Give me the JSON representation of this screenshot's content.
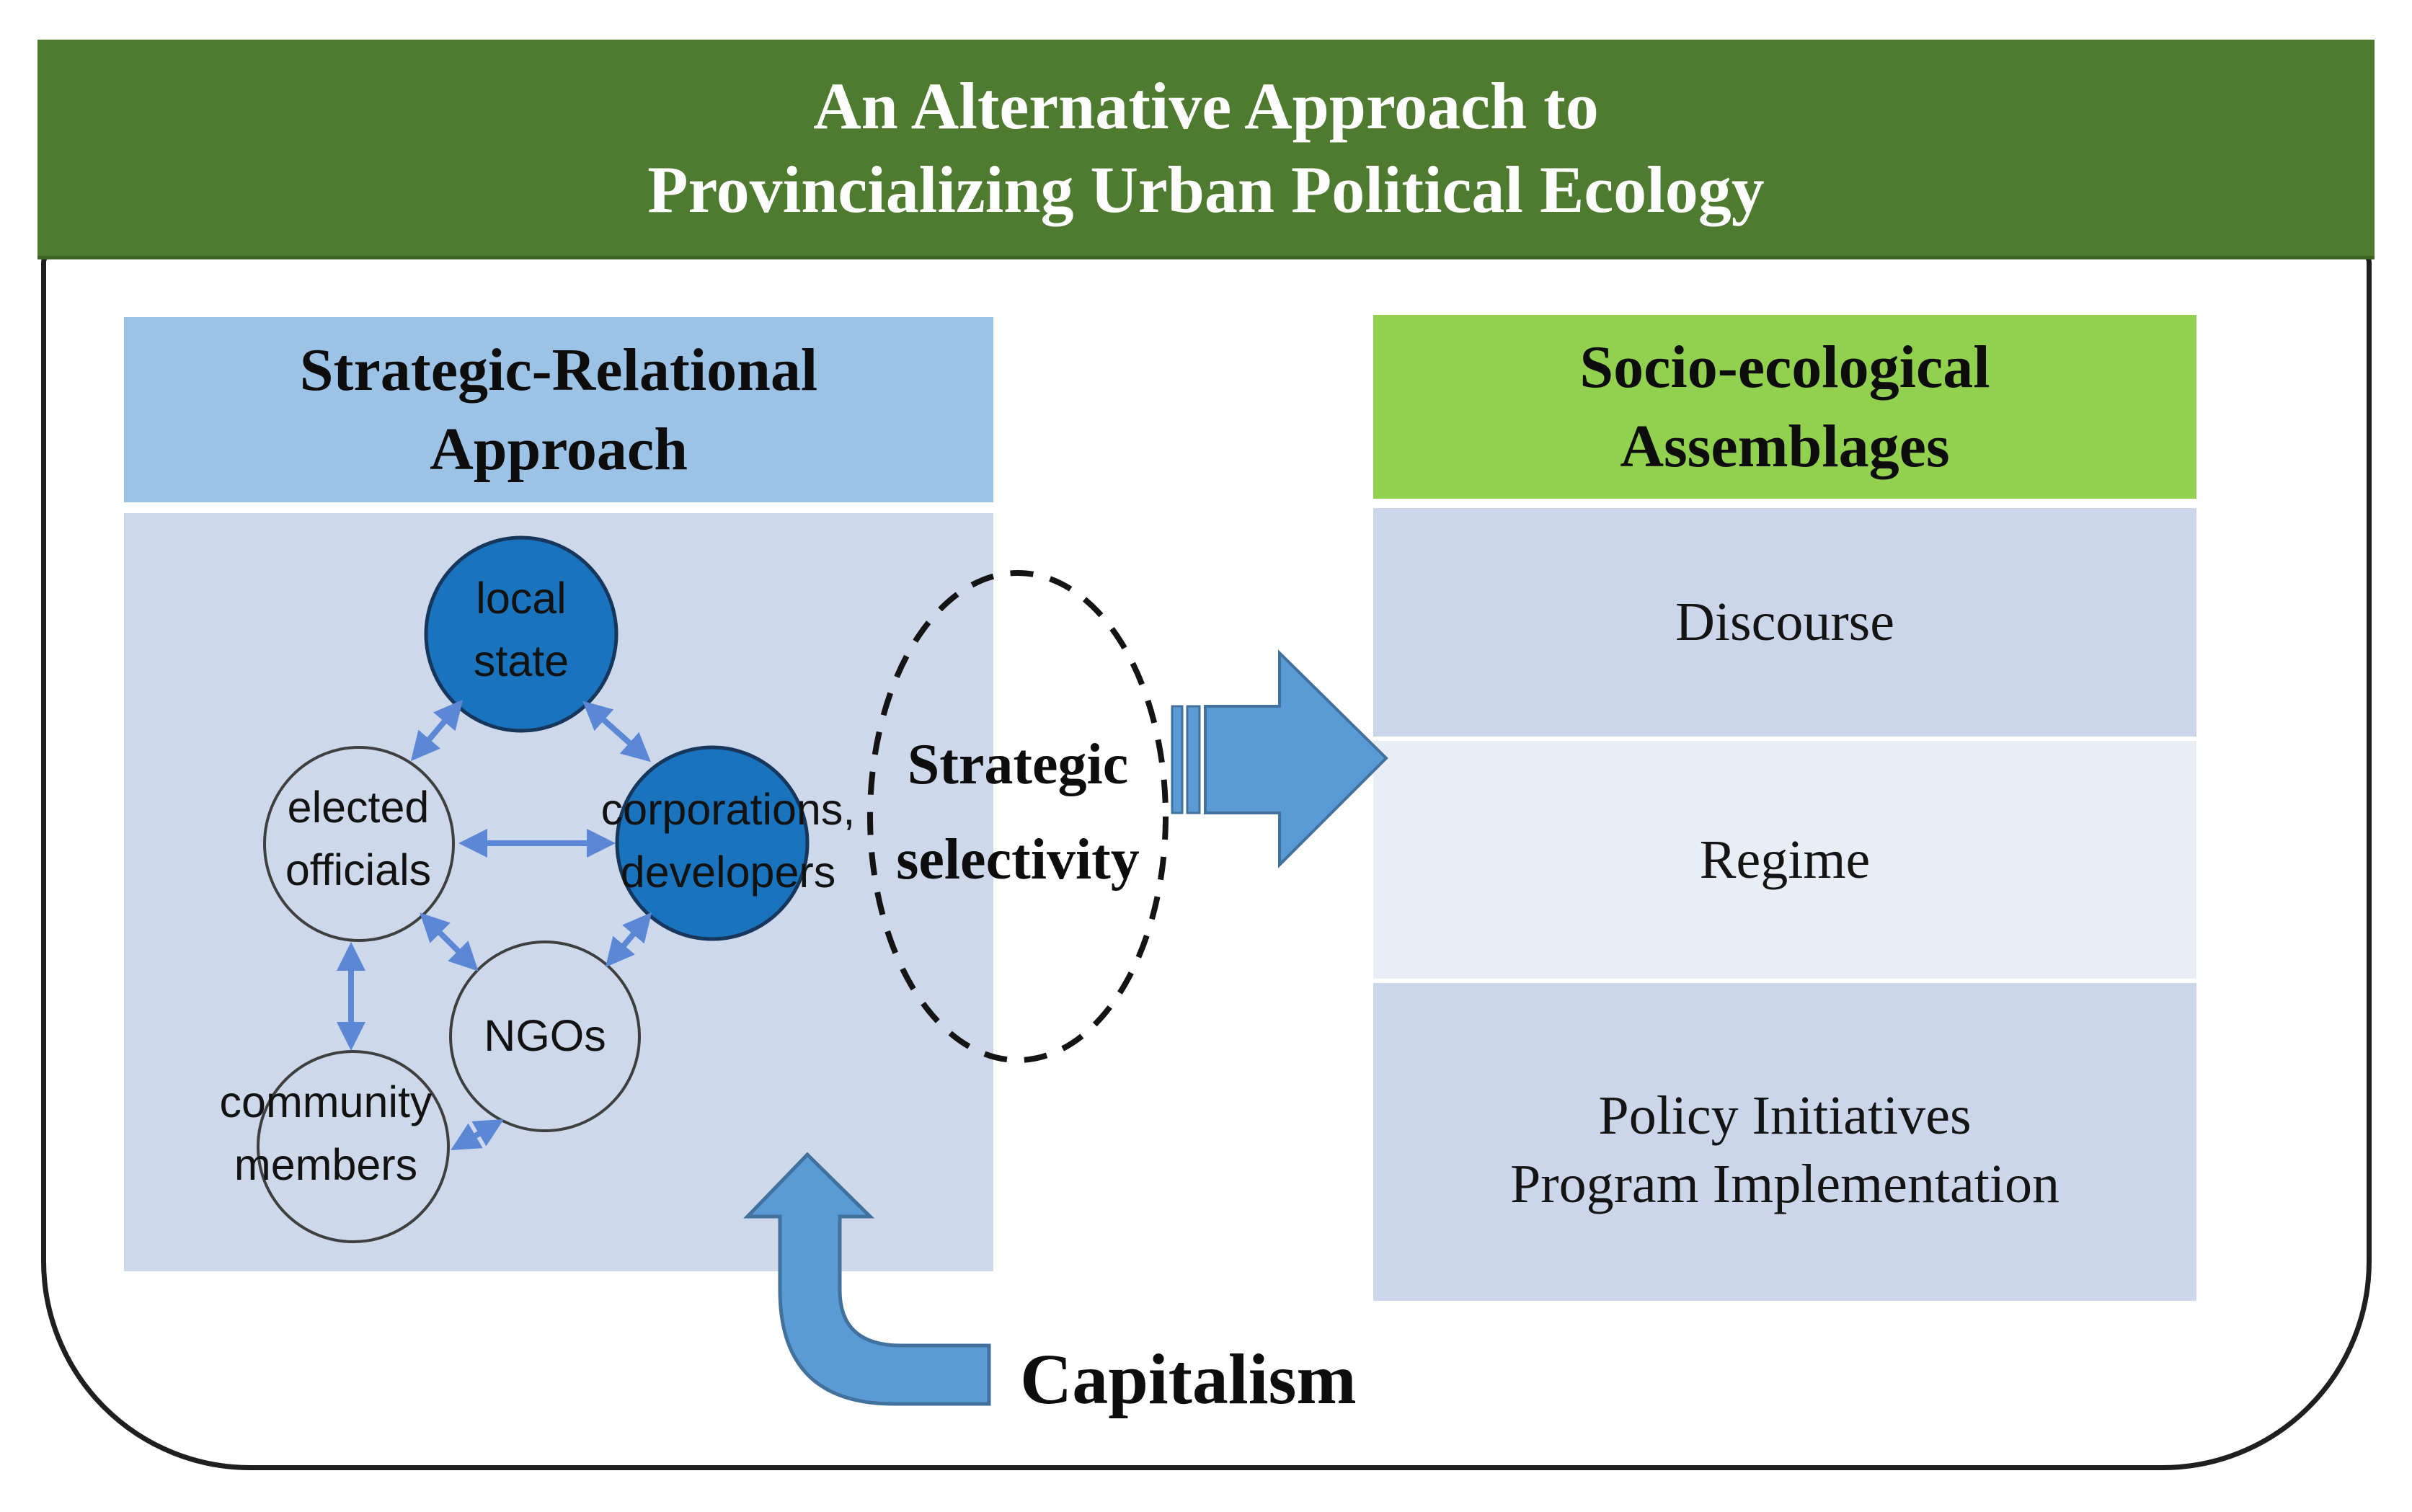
{
  "banner": {
    "line1": "An Alternative Approach to",
    "line2": "Provincializing Urban Political Ecology"
  },
  "left_panel": {
    "header_line1": "Strategic-Relational",
    "header_line2": "Approach"
  },
  "nodes": {
    "local_state_line1": "local",
    "local_state_line2": "state",
    "elected_officials_line1": "elected",
    "elected_officials_line2": "officials",
    "corporations_line1": "corporations,",
    "corporations_line2": "developers",
    "ngos": "NGOs",
    "community_line1": "community",
    "community_line2": "members"
  },
  "selectivity": {
    "line1": "Strategic",
    "line2": "selectivity"
  },
  "right_panel": {
    "header_line1": "Socio-ecological",
    "header_line2": "Assemblages",
    "row_discourse": "Discourse",
    "row_regime": "Regime",
    "row_policy_line1": "Policy Initiatives",
    "row_policy_line2": "Program Implementation"
  },
  "capitalism": "Capitalism",
  "colors": {
    "banner_green": "#4e7b2f",
    "assemblages_header_green": "#92d050",
    "approach_header_blue": "#9cc2e5",
    "approach_body_blue": "#cdd8ea",
    "row_dark_blue": "#ccd6ea",
    "row_light_blue": "#e9edf6",
    "node_fill_blue": "#1a73bd",
    "relation_arrow_blue": "#5b87d5",
    "block_arrow_fill": "#5b9bd5",
    "block_arrow_stroke": "#41719c",
    "frame_border": "#1f1f1f"
  }
}
